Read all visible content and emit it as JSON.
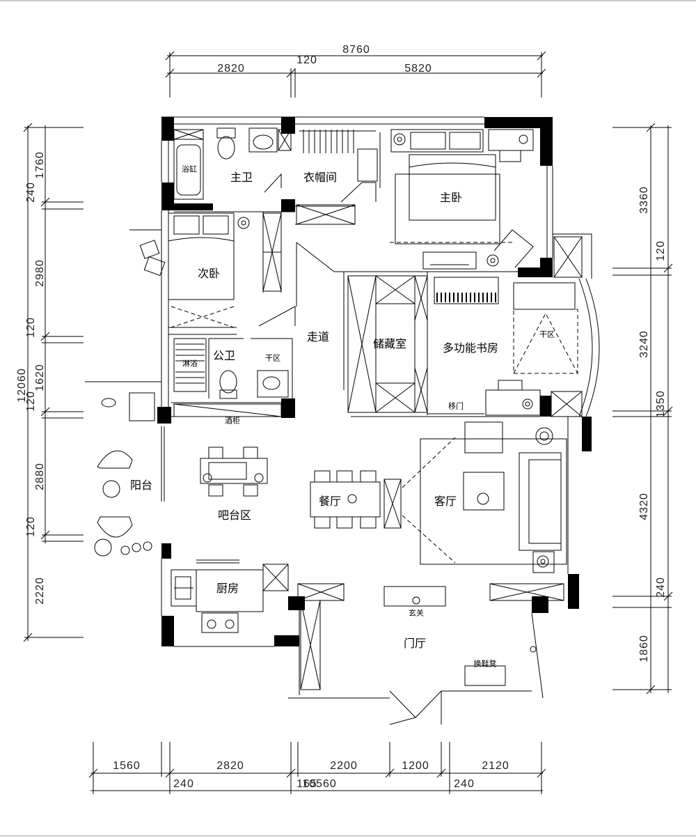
{
  "rooms": {
    "bathtub": "浴缸",
    "master_bath": "主卫",
    "walk_in_closet": "衣帽间",
    "master_bedroom": "主卧",
    "second_bedroom": "次卧",
    "corridor": "走道",
    "storage": "储藏室",
    "study": "多功能书房",
    "study_dry_area": "干区",
    "shower": "淋浴",
    "public_bath": "公卫",
    "dry_area": "干区",
    "wine_cabinet": "酒柜",
    "sliding_door": "移门",
    "balcony": "阳台",
    "bar_area": "吧台区",
    "dining": "餐厅",
    "living": "客厅",
    "kitchen": "厨房",
    "porch": "玄关",
    "foyer": "门厅",
    "shoe_bench": "换鞋凳"
  },
  "dimensions": {
    "top_total": "8760",
    "top_left": "2820",
    "top_mid": "120",
    "top_right": "5820",
    "bottom": [
      "1560",
      "2820",
      "2200",
      "1200",
      "2120"
    ],
    "bottom_second": [
      "240",
      "165",
      "10560",
      "240"
    ],
    "left": [
      "1760",
      "240",
      "2980",
      "120",
      "1620",
      "120",
      "2880",
      "120",
      "2220",
      "12060"
    ],
    "right": [
      "3360",
      "120",
      "3240",
      "1350",
      "4320",
      "240",
      "1860"
    ]
  },
  "colors": {
    "line": "#000000",
    "wall": "#000000"
  }
}
